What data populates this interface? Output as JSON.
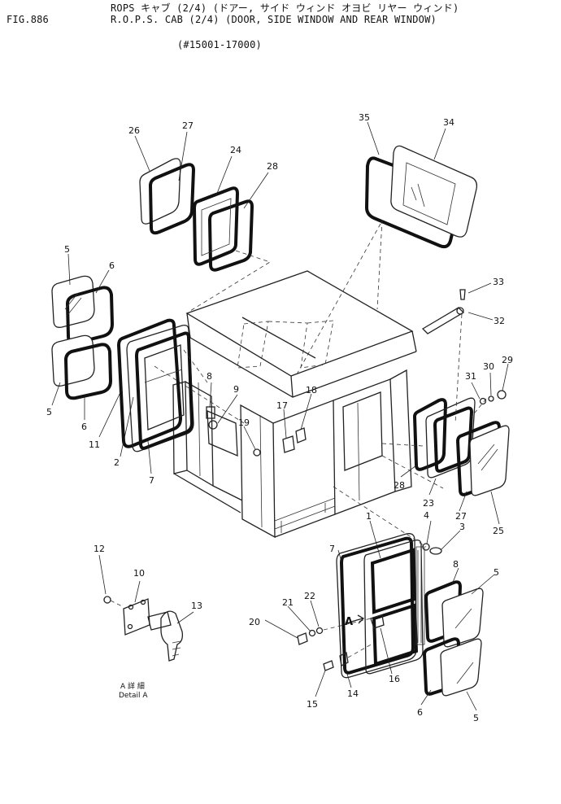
{
  "header": {
    "fig_label": "FIG.886",
    "title_jp": "ROPS キャブ (2/4) (ドアー, サイド ウィンド オヨビ リヤー ウィンド)",
    "title_en": "R.O.P.S. CAB (2/4) (DOOR, SIDE WINDOW AND REAR WINDOW)",
    "serial_range": "(#15001-17000)"
  },
  "callouts": {
    "c26": "26",
    "c27a": "27",
    "c24": "24",
    "c28a": "28",
    "c35": "35",
    "c34": "34",
    "c5a": "5",
    "c6a": "6",
    "c5b": "5",
    "c6b": "6",
    "c11": "11",
    "c2": "2",
    "c7a": "7",
    "c8a": "8",
    "c9": "9",
    "c19": "19",
    "c17": "17",
    "c18": "18",
    "c33": "33",
    "c32": "32",
    "c31": "31",
    "c30": "30",
    "c29": "29",
    "c28b": "28",
    "c23": "23",
    "c27b": "27",
    "c25": "25",
    "c1": "1",
    "c7b": "7",
    "c4": "4",
    "c3": "3",
    "c8b": "8",
    "c5c": "5",
    "c22": "22",
    "c21": "21",
    "c20": "20",
    "c16": "16",
    "c14": "14",
    "c15": "15",
    "c6c": "6",
    "c5d": "5",
    "c12": "12",
    "c10": "10",
    "c13": "13",
    "arrow_a": "A"
  },
  "detail": {
    "line1": "A 詳 細",
    "line2": "Detail  A"
  }
}
